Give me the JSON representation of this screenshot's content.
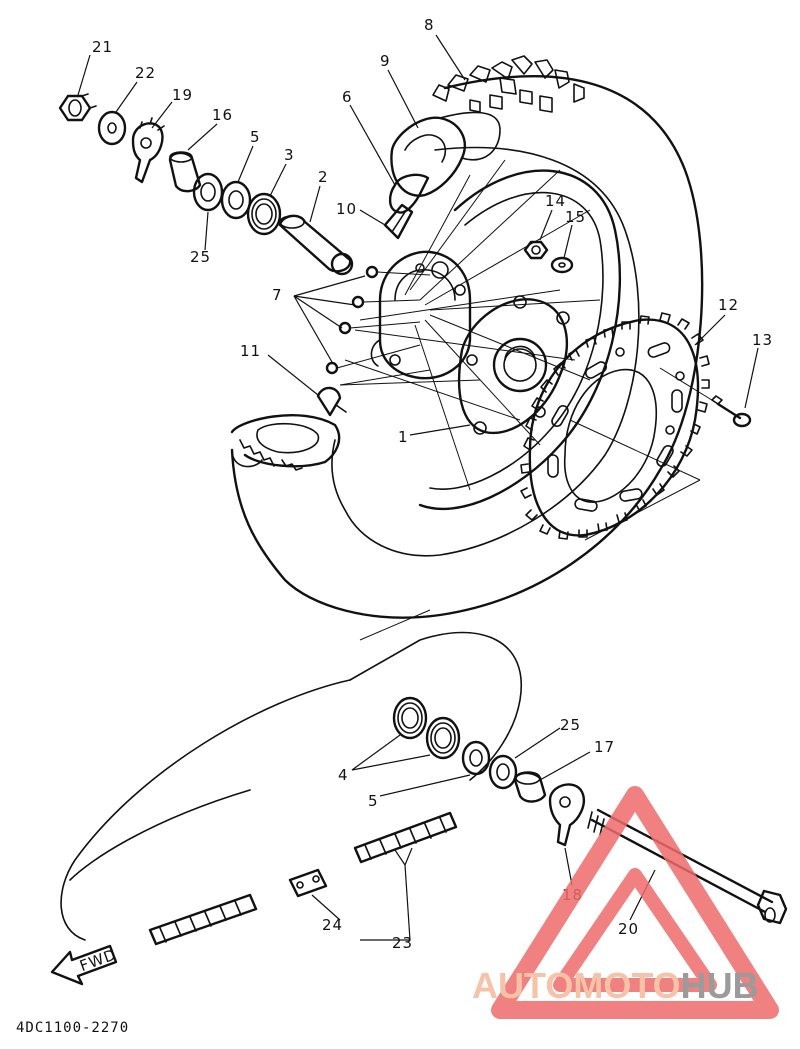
{
  "diagram": {
    "code": "4DC1100-2270",
    "fwd_label": "FWD",
    "watermark": {
      "text_light": "AUTOMOTO",
      "text_dark": "HUB",
      "color_light": "#f5b89a",
      "color_dark": "#8a8a8a",
      "triangle_color": "#ef6b6b"
    },
    "callouts": [
      "21",
      "22",
      "19",
      "16",
      "5",
      "3",
      "2",
      "8",
      "9",
      "6",
      "10",
      "14",
      "15",
      "12",
      "13",
      "25",
      "7",
      "11",
      "1",
      "25",
      "17",
      "4",
      "5",
      "18",
      "20",
      "24",
      "23"
    ]
  }
}
